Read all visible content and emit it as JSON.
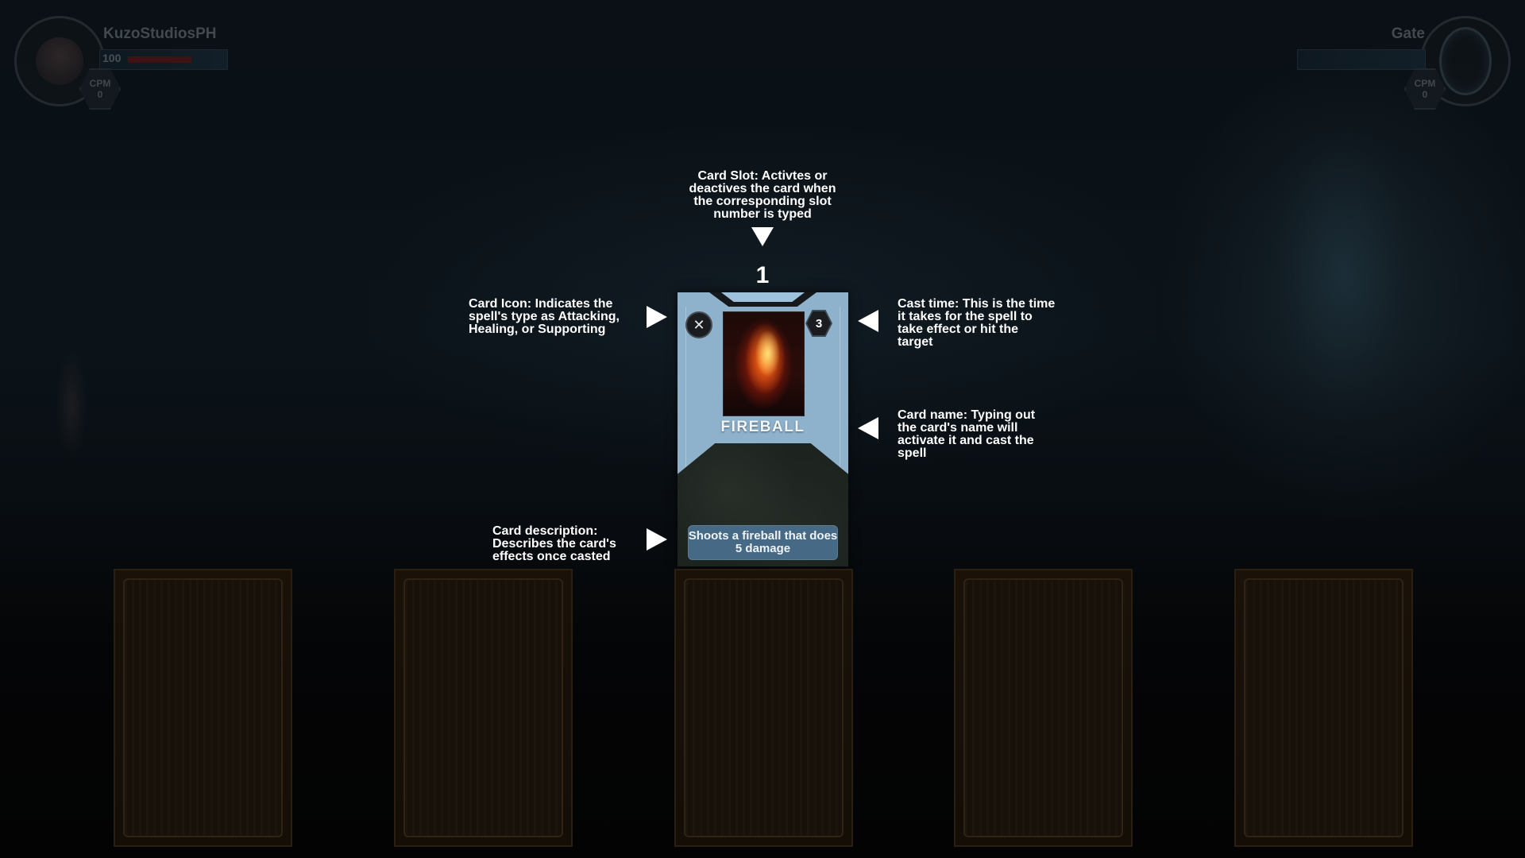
{
  "hud": {
    "player": {
      "name": "KuzoStudiosPH",
      "hp": "100",
      "hp_fraction": 0.5,
      "cpm_label": "CPM",
      "cpm_value": "0"
    },
    "enemy": {
      "name": "Gate",
      "cpm_label": "CPM",
      "cpm_value": "0"
    }
  },
  "tutorial": {
    "card_slot": "Card Slot: Activtes or\ndeactives the card when\nthe corresponding slot\nnumber is typed",
    "card_icon": "Card Icon: Indicates the\nspell's type as Attacking,\nHealing, or Supporting",
    "cast_time": "Cast time: This is the time\nit takes for the spell to\ntake effect or hit the\ntarget",
    "card_name": "Card name: Typing out\nthe card's name will\nactivate it and cast the\nspell",
    "card_description": "Card description:\nDescribes the card's\neffects once casted"
  },
  "card": {
    "slot_number": "1",
    "icon_glyph": "✕",
    "icon_name": "crossed-swords-icon",
    "cast_time": "3",
    "name": "FIREBALL",
    "description": "Shoots a fireball that does 5 damage"
  },
  "colors": {
    "card_frame": "#8fb2cc",
    "description_box": "#466a86",
    "hp_fill": "#6b1414",
    "slot_wood": "#181109"
  }
}
